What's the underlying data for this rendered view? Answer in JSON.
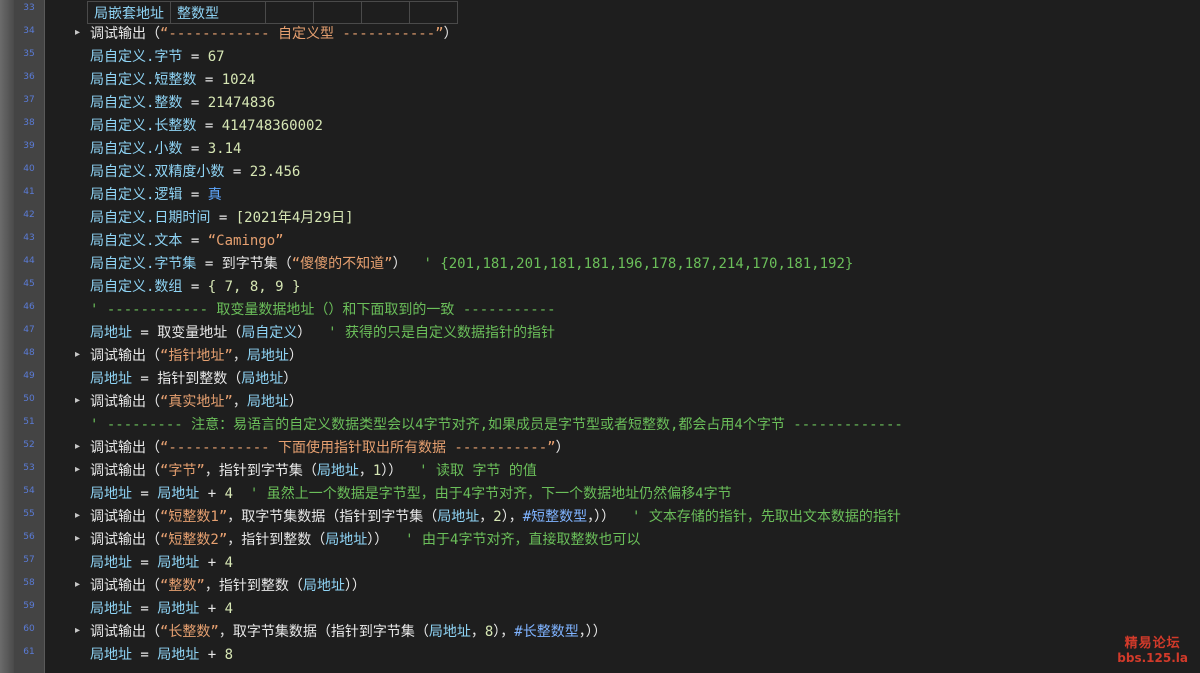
{
  "editor": {
    "line_numbers": [
      "33",
      "34",
      "35",
      "36",
      "37",
      "38",
      "39",
      "40",
      "41",
      "42",
      "43",
      "44",
      "45",
      "46",
      "47",
      "48",
      "49",
      "50",
      "51",
      "52",
      "53",
      "54",
      "55",
      "56",
      "57",
      "58",
      "59",
      "60",
      "61"
    ],
    "table_row": {
      "name": "局嵌套地址",
      "type": "整数型"
    },
    "lines": [
      {
        "segs": []
      },
      {
        "arrow": true,
        "segs": [
          [
            "cmd",
            "调试输出"
          ],
          [
            "op",
            "（"
          ],
          [
            "str",
            "“------------ 自定义型 -----------”"
          ],
          [
            "op",
            "）"
          ]
        ]
      },
      {
        "segs": [
          [
            "var",
            "局自定义.字节"
          ],
          [
            "op",
            " = "
          ],
          [
            "num",
            "67"
          ]
        ]
      },
      {
        "segs": [
          [
            "var",
            "局自定义.短整数"
          ],
          [
            "op",
            " = "
          ],
          [
            "num",
            "1024"
          ]
        ]
      },
      {
        "segs": [
          [
            "var",
            "局自定义.整数"
          ],
          [
            "op",
            " = "
          ],
          [
            "num",
            "21474836"
          ]
        ]
      },
      {
        "segs": [
          [
            "var",
            "局自定义.长整数"
          ],
          [
            "op",
            " = "
          ],
          [
            "num",
            "414748360002"
          ]
        ]
      },
      {
        "segs": [
          [
            "var",
            "局自定义.小数"
          ],
          [
            "op",
            " = "
          ],
          [
            "num",
            "3.14"
          ]
        ]
      },
      {
        "segs": [
          [
            "var",
            "局自定义.双精度小数"
          ],
          [
            "op",
            " = "
          ],
          [
            "num",
            "23.456"
          ]
        ]
      },
      {
        "segs": [
          [
            "var",
            "局自定义.逻辑"
          ],
          [
            "op",
            " = "
          ],
          [
            "true",
            "真"
          ]
        ]
      },
      {
        "segs": [
          [
            "var",
            "局自定义.日期时间"
          ],
          [
            "op",
            " = "
          ],
          [
            "num",
            "[2021年4月29日]"
          ]
        ]
      },
      {
        "segs": [
          [
            "var",
            "局自定义.文本"
          ],
          [
            "op",
            " = "
          ],
          [
            "str",
            "“Camingo”"
          ]
        ]
      },
      {
        "segs": [
          [
            "var",
            "局自定义.字节集"
          ],
          [
            "op",
            " = "
          ],
          [
            "cmd",
            "到字节集"
          ],
          [
            "op",
            "（"
          ],
          [
            "str",
            "“傻傻的不知道”"
          ],
          [
            "op",
            "）  "
          ],
          [
            "cmt",
            "' {201,181,201,181,181,196,178,187,214,170,181,192}"
          ]
        ]
      },
      {
        "segs": [
          [
            "var",
            "局自定义.数组"
          ],
          [
            "op",
            " = "
          ],
          [
            "num",
            "{ 7, 8, 9 }"
          ]
        ]
      },
      {
        "segs": [
          [
            "cmt",
            "' ------------ 取变量数据地址（）和下面取到的一致 -----------"
          ]
        ]
      },
      {
        "segs": [
          [
            "var",
            "局地址"
          ],
          [
            "op",
            " = "
          ],
          [
            "cmd",
            "取变量地址"
          ],
          [
            "op",
            "（"
          ],
          [
            "var",
            "局自定义"
          ],
          [
            "op",
            "）  "
          ],
          [
            "cmt",
            "' 获得的只是自定义数据指针的指针"
          ]
        ]
      },
      {
        "arrow": true,
        "segs": [
          [
            "cmd",
            "调试输出"
          ],
          [
            "op",
            "（"
          ],
          [
            "str",
            "“指针地址”"
          ],
          [
            "op",
            "，"
          ],
          [
            "var",
            "局地址"
          ],
          [
            "op",
            "）"
          ]
        ]
      },
      {
        "segs": [
          [
            "var",
            "局地址"
          ],
          [
            "op",
            " = "
          ],
          [
            "cmd",
            "指针到整数"
          ],
          [
            "op",
            "（"
          ],
          [
            "var",
            "局地址"
          ],
          [
            "op",
            "）"
          ]
        ]
      },
      {
        "arrow": true,
        "segs": [
          [
            "cmd",
            "调试输出"
          ],
          [
            "op",
            "（"
          ],
          [
            "str",
            "“真实地址”"
          ],
          [
            "op",
            "，"
          ],
          [
            "var",
            "局地址"
          ],
          [
            "op",
            "）"
          ]
        ]
      },
      {
        "segs": [
          [
            "cmt",
            "' --------- 注意：易语言的自定义数据类型会以4字节对齐,如果成员是字节型或者短整数,都会占用4个字节 -------------"
          ]
        ]
      },
      {
        "arrow": true,
        "segs": [
          [
            "cmd",
            "调试输出"
          ],
          [
            "op",
            "（"
          ],
          [
            "str",
            "“------------ 下面使用指针取出所有数据 -----------”"
          ],
          [
            "op",
            "）"
          ]
        ]
      },
      {
        "arrow": true,
        "segs": [
          [
            "cmd",
            "调试输出"
          ],
          [
            "op",
            "（"
          ],
          [
            "str",
            "“字节”"
          ],
          [
            "op",
            "，"
          ],
          [
            "cmd",
            "指针到字节集"
          ],
          [
            "op",
            "（"
          ],
          [
            "var",
            "局地址"
          ],
          [
            "op",
            "，"
          ],
          [
            "num",
            "1"
          ],
          [
            "op",
            "））  "
          ],
          [
            "cmt",
            "' 读取 字节 的值"
          ]
        ]
      },
      {
        "segs": [
          [
            "var",
            "局地址"
          ],
          [
            "op",
            " = "
          ],
          [
            "var",
            "局地址"
          ],
          [
            "op",
            " + "
          ],
          [
            "num",
            "4"
          ],
          [
            "op",
            "  "
          ],
          [
            "cmt",
            "' 虽然上一个数据是字节型，由于4字节对齐，下一个数据地址仍然偏移4字节"
          ]
        ]
      },
      {
        "arrow": true,
        "segs": [
          [
            "cmd",
            "调试输出"
          ],
          [
            "op",
            "（"
          ],
          [
            "str",
            "“短整数1”"
          ],
          [
            "op",
            "，"
          ],
          [
            "cmd",
            "取字节集数据"
          ],
          [
            "op",
            "（"
          ],
          [
            "cmd",
            "指针到字节集"
          ],
          [
            "op",
            "（"
          ],
          [
            "var",
            "局地址"
          ],
          [
            "op",
            "，"
          ],
          [
            "num",
            "2"
          ],
          [
            "op",
            "），"
          ],
          [
            "key",
            "#短整数型"
          ],
          [
            "op",
            "，））  "
          ],
          [
            "cmt",
            "' 文本存储的指针，先取出文本数据的指针"
          ]
        ]
      },
      {
        "arrow": true,
        "segs": [
          [
            "cmd",
            "调试输出"
          ],
          [
            "op",
            "（"
          ],
          [
            "str",
            "“短整数2”"
          ],
          [
            "op",
            "，"
          ],
          [
            "cmd",
            "指针到整数"
          ],
          [
            "op",
            "（"
          ],
          [
            "var",
            "局地址"
          ],
          [
            "op",
            "））  "
          ],
          [
            "cmt",
            "' 由于4字节对齐，直接取整数也可以"
          ]
        ]
      },
      {
        "segs": [
          [
            "var",
            "局地址"
          ],
          [
            "op",
            " = "
          ],
          [
            "var",
            "局地址"
          ],
          [
            "op",
            " + "
          ],
          [
            "num",
            "4"
          ]
        ]
      },
      {
        "arrow": true,
        "segs": [
          [
            "cmd",
            "调试输出"
          ],
          [
            "op",
            "（"
          ],
          [
            "str",
            "“整数”"
          ],
          [
            "op",
            "，"
          ],
          [
            "cmd",
            "指针到整数"
          ],
          [
            "op",
            "（"
          ],
          [
            "var",
            "局地址"
          ],
          [
            "op",
            "））"
          ]
        ]
      },
      {
        "segs": [
          [
            "var",
            "局地址"
          ],
          [
            "op",
            " = "
          ],
          [
            "var",
            "局地址"
          ],
          [
            "op",
            " + "
          ],
          [
            "num",
            "4"
          ]
        ]
      },
      {
        "arrow": true,
        "segs": [
          [
            "cmd",
            "调试输出"
          ],
          [
            "op",
            "（"
          ],
          [
            "str",
            "“长整数”"
          ],
          [
            "op",
            "，"
          ],
          [
            "cmd",
            "取字节集数据"
          ],
          [
            "op",
            "（"
          ],
          [
            "cmd",
            "指针到字节集"
          ],
          [
            "op",
            "（"
          ],
          [
            "var",
            "局地址"
          ],
          [
            "op",
            "，"
          ],
          [
            "num",
            "8"
          ],
          [
            "op",
            "），"
          ],
          [
            "key",
            "#长整数型"
          ],
          [
            "op",
            "，））"
          ]
        ]
      },
      {
        "segs": [
          [
            "var",
            "局地址"
          ],
          [
            "op",
            " = "
          ],
          [
            "var",
            "局地址"
          ],
          [
            "op",
            " + "
          ],
          [
            "num",
            "8"
          ]
        ]
      }
    ]
  },
  "watermark": {
    "line1": "精易论坛",
    "line2": "bbs.125.la"
  }
}
